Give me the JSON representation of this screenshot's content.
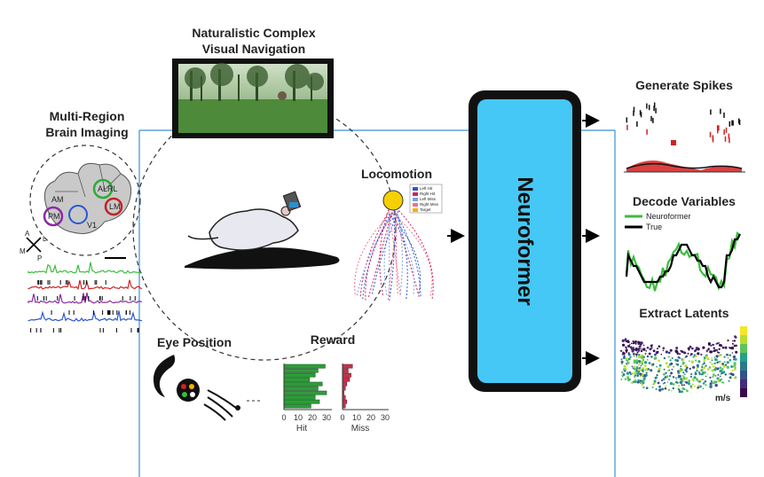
{
  "titles": {
    "nav": [
      "Naturalistic Complex",
      "Visual Navigation"
    ],
    "imaging": [
      "Multi-Region",
      "Brain Imaging"
    ],
    "locomotion": "Locomotion",
    "eye": "Eye Position",
    "reward": "Reward",
    "model": "Neuroformer",
    "spikes": "Generate Spikes",
    "decode": "Decode Variables",
    "latents": "Extract Latents"
  },
  "brain_regions": [
    "RL",
    "AL",
    "AM",
    "LM",
    "PM",
    "V1"
  ],
  "compass": {
    "a": "A",
    "p": "P",
    "m": "M",
    "l": "L"
  },
  "locomotion_legend": [
    "Left Hit",
    "Right Hit",
    "Left Miss",
    "Right Miss",
    "Target"
  ],
  "decode_legend": [
    "Neuroformer",
    "True"
  ],
  "latent_unit": "m/s",
  "colors": {
    "model_fill": "#45c8f5",
    "frame_line": "#3a8fd9",
    "hit_bar": "#2e9d3b",
    "miss_bar": "#c2334d",
    "trace_green": "#3bbd3b",
    "trace_red": "#d42020",
    "trace_purple": "#8a2ba0",
    "trace_blue": "#2a58d0"
  },
  "chart_data": {
    "type": "bar",
    "orientation": "horizontal",
    "series": [
      {
        "name": "Hit",
        "values": [
          29,
          24,
          22,
          18,
          27,
          24,
          30,
          22,
          25,
          19
        ]
      },
      {
        "name": "Miss",
        "values": [
          7,
          4,
          6,
          5,
          3,
          2,
          1,
          2,
          3,
          2
        ]
      }
    ],
    "xticks": [
      "0",
      "10",
      "20",
      "30"
    ],
    "xlim": [
      0,
      35
    ]
  }
}
